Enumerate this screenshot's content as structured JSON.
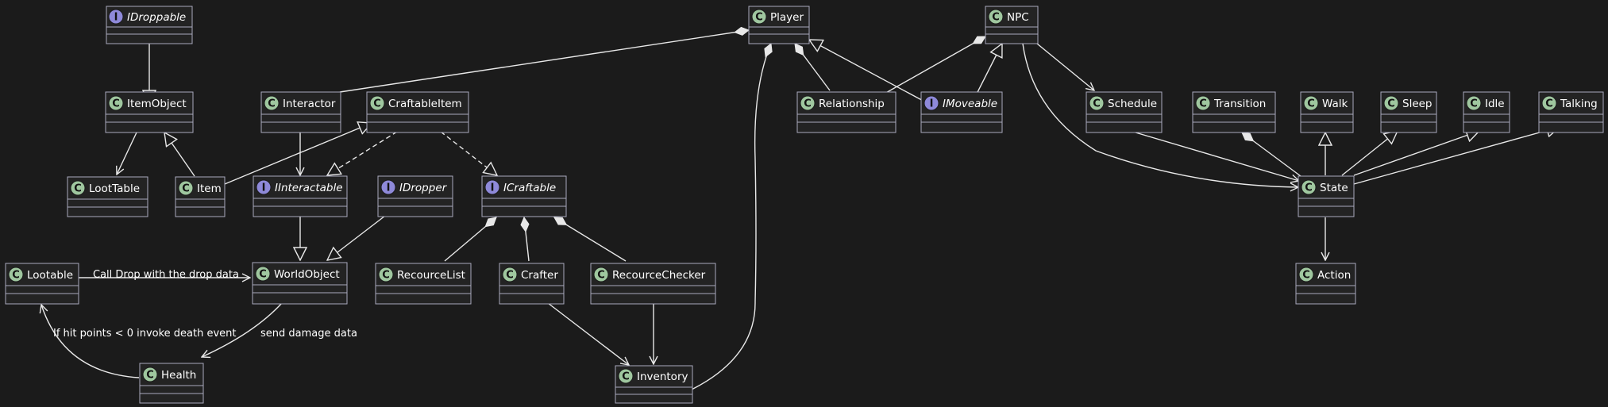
{
  "diagram": {
    "classes": {
      "idroppable": "IDroppable",
      "itemobject": "ItemObject",
      "loottable": "LootTable",
      "item": "Item",
      "interactor": "Interactor",
      "craftableitem": "CraftableItem",
      "iinteractable": "IInteractable",
      "idropper": "IDropper",
      "icraftable": "ICraftable",
      "lootable": "Lootable",
      "worldobject": "WorldObject",
      "recourcelist": "RecourceList",
      "crafter": "Crafter",
      "recourcechecker": "RecourceChecker",
      "health": "Health",
      "inventory": "Inventory",
      "player": "Player",
      "npc": "NPC",
      "relationship": "Relationship",
      "imoveable": "IMoveable",
      "schedule": "Schedule",
      "transition": "Transition",
      "walk": "Walk",
      "sleep": "Sleep",
      "idle": "Idle",
      "talking": "Talking",
      "state": "State",
      "action": "Action"
    },
    "spot_letters": {
      "class": "C",
      "interface": "I"
    },
    "edge_labels": {
      "lootable_worldobject": "Call Drop with the drop data",
      "worldobject_health": "send damage data",
      "health_lootable": "If hit points < 0 invoke death event"
    }
  }
}
